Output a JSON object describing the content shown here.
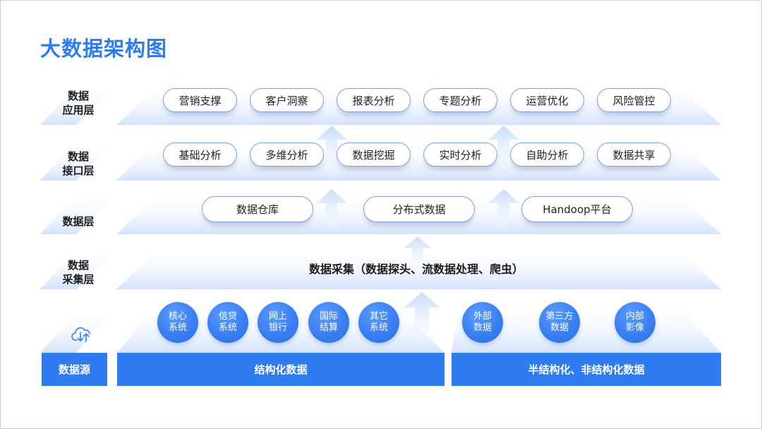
{
  "title": "大数据架构图",
  "colors": {
    "accent": "#2f7bf0",
    "pill_border": "#7d9fe0",
    "slab": "#dbe7fb"
  },
  "layers": {
    "application": {
      "label": "数据\n应用层",
      "items": [
        "营销支撑",
        "客户洞察",
        "报表分析",
        "专题分析",
        "运营优化",
        "风险管控"
      ]
    },
    "interface": {
      "label": "数据\n接口层",
      "items": [
        "基础分析",
        "多维分析",
        "数据挖掘",
        "实时分析",
        "自助分析",
        "数据共享"
      ]
    },
    "data": {
      "label": "数据层",
      "items": [
        "数据仓库",
        "分布式数据",
        "Handoop平台"
      ]
    },
    "collection": {
      "label": "数据\n采集层",
      "text": "数据采集（数据探头、流数据处理、爬虫）"
    },
    "source": {
      "label": "数据源",
      "icon": "cloud-transfer-icon",
      "structured": {
        "label": "结构化数据",
        "items": [
          "核心\n系统",
          "信贷\n系统",
          "网上\n银行",
          "国际\n结算",
          "其它\n系统"
        ]
      },
      "unstructured": {
        "label": "半结构化、非结构化数据",
        "items": [
          "外部\n数据",
          "第三方\n数据",
          "内部\n影像"
        ]
      }
    }
  }
}
